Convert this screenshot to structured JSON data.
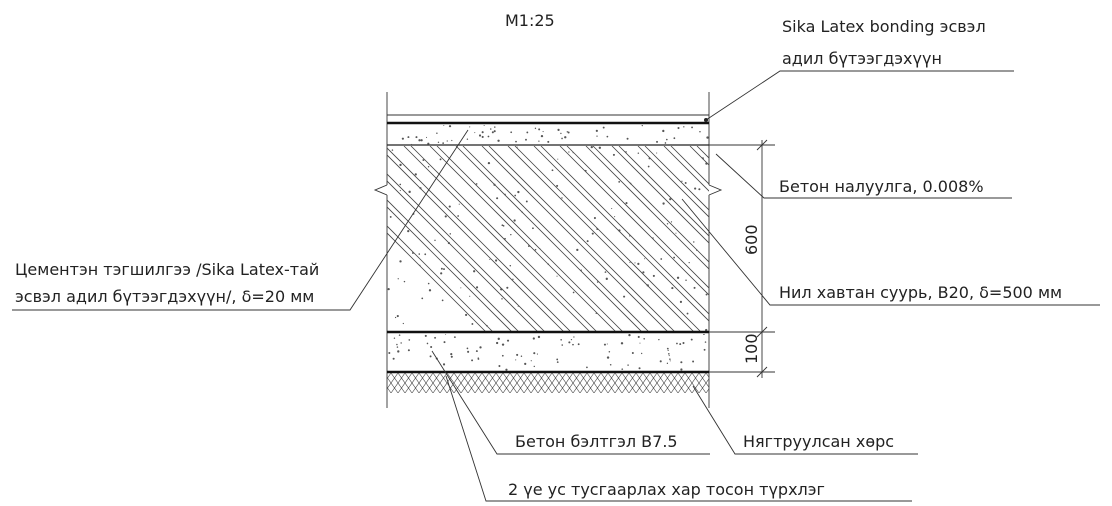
{
  "scale": "M1:25",
  "labels": {
    "sika_line1": "Sika Latex bonding эсвэл",
    "sika_line2": "адил бүтээгдэхүүн",
    "concrete_slope": "Бетон налуулга, 0.008%",
    "cement_line1": "Цементэн тэгшилгээ /Sika Latex-тай",
    "cement_line2": "эсвэл адил бүтээгдэхүүн/, δ=20 мм",
    "slab": "Нил хавтан суурь, B20, δ=500 мм",
    "prep": "Бетон бэлтгэл B7.5",
    "soil": "Нягтруулсан хөрс",
    "waterproof": "2 үе ус тусгаарлах хар тосон түрхлэг"
  },
  "dimensions": {
    "slab": "600",
    "prep": "100"
  }
}
